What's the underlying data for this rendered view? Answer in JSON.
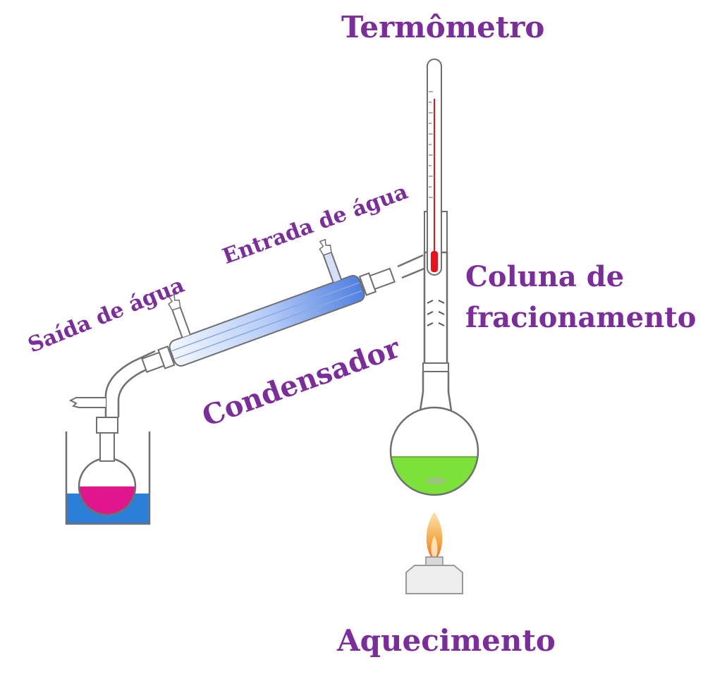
{
  "labels": {
    "termometro": "Termômetro",
    "coluna": "Coluna de\nfracionamento",
    "entrada_agua": "Entrada de água",
    "saida_agua": "Saída de água",
    "condensador": "Condensador",
    "aquecimento": "Aquecimento"
  },
  "colors": {
    "label_text": "#7b2d9b",
    "thermometer_liquid": "#e8141c",
    "condenser_jacket": "#4f7fe0",
    "distilling_liquid": "#7ce23a",
    "distillate_liquid": "#e0168c",
    "cooling_bath": "#2b7fd6",
    "flame": "#f4a742",
    "glass_outline": "#6f6f6f"
  }
}
